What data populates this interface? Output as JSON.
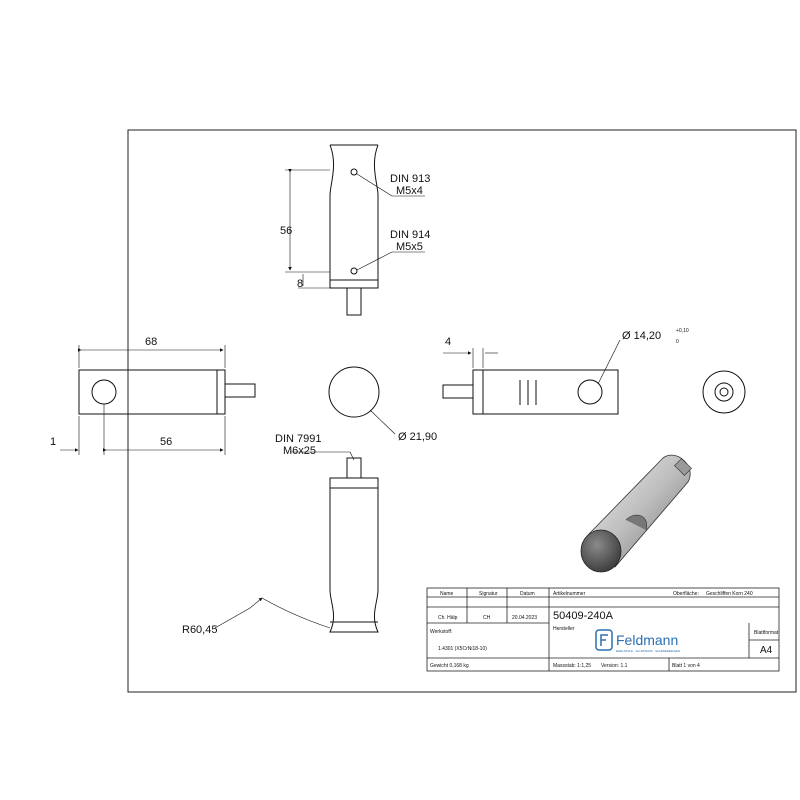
{
  "views": {
    "top": {
      "dim_height": "56",
      "dim_bottom": "8",
      "callout_upper_l1": "DIN 913",
      "callout_upper_l2": "M5x4",
      "callout_lower_l1": "DIN 914",
      "callout_lower_l2": "M5x5"
    },
    "left": {
      "dim_length": "68",
      "dim_offset": "1",
      "dim_hole": "56"
    },
    "circle": {
      "dim_diameter": "Ø 21,90"
    },
    "right": {
      "dim_pin": "4",
      "dim_bore": "Ø 14,20",
      "dim_bore_upper_tol": "+0,10",
      "dim_bore_lower_tol": "0"
    },
    "bottom": {
      "callout_l1": "DIN 7991",
      "callout_l2": "M6x25",
      "dim_radius": "R60,45"
    }
  },
  "title_block": {
    "col_name": "Name",
    "col_signature": "Signatur",
    "col_date": "Datum",
    "name_value": "Ch. Hälp",
    "signature_value": "CH",
    "date_value": "20.04.2023",
    "article_label": "Artikelnummer",
    "article_number": "50409-240A",
    "surface_label": "Oberfläche:",
    "surface_value": "Geschliffen Korn 240",
    "manufacturer_label": "Hersteller",
    "material_label": "Werkstoff:",
    "material_value": "1.4301 (X5CrNi18-10)",
    "weight_value": "Gewicht 0,168 kg",
    "scale_value": "Massstab: 1:1,25",
    "version_value": "Version: 1.1",
    "sheet_value": "Blatt 1 von 4",
    "format_label": "Blattformat",
    "format_value": "A4",
    "logo_text": "Feldmann",
    "logo_tagline": "EDELSTAHL · ALUMINIUM · SCHMIEDEEISEN"
  }
}
